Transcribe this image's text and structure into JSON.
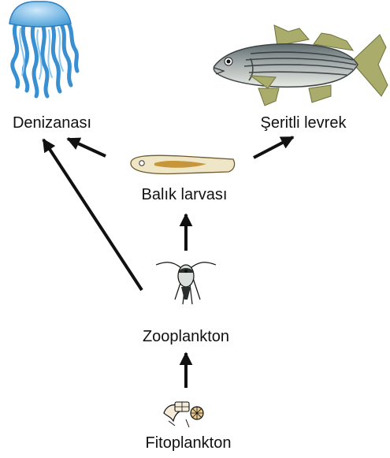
{
  "nodes": {
    "jellyfish": {
      "label": "Denizanası",
      "icon": "jellyfish-icon"
    },
    "bass": {
      "label": "Şeritli levrek",
      "icon": "striped-bass-icon"
    },
    "larva": {
      "label": "Balık larvası",
      "icon": "fish-larva-icon"
    },
    "zooplankton": {
      "label": "Zooplankton",
      "icon": "copepod-icon"
    },
    "phytoplankton": {
      "label": "Fitoplankton",
      "icon": "phytoplankton-icon"
    }
  },
  "edges": [
    {
      "from": "Fitoplankton",
      "to": "Zooplankton"
    },
    {
      "from": "Zooplankton",
      "to": "Balık larvası"
    },
    {
      "from": "Zooplankton",
      "to": "Denizanası"
    },
    {
      "from": "Balık larvası",
      "to": "Denizanası"
    },
    {
      "from": "Balık larvası",
      "to": "Şeritli levrek"
    }
  ],
  "colors": {
    "jellyfish": "#4a9fd8",
    "bass_body": "#9aa3a3",
    "bass_fins": "#a9ac6a",
    "larva": "#efe6c8",
    "arrow": "#111111"
  }
}
